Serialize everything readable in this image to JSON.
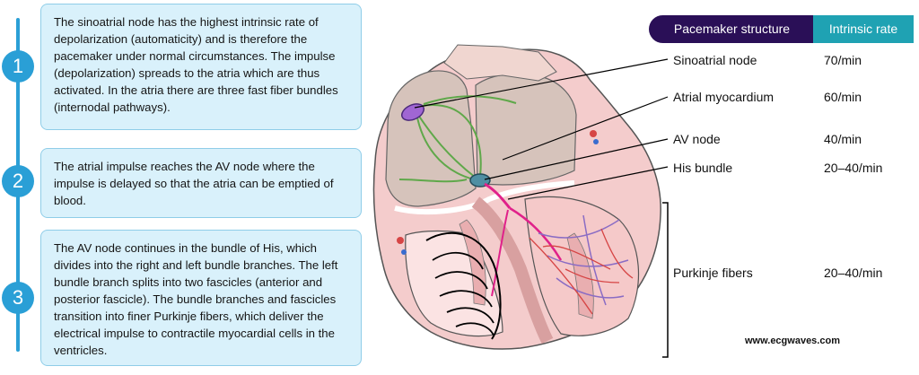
{
  "steps": [
    {
      "number": "1",
      "text": "The sinoatrial node has the highest intrinsic rate of depolarization (automaticity) and is therefore the pacemaker under normal circumstances. The impulse (depolarization) spreads to the atria which are thus activated. In the atria there are three fast fiber bundles (internodal pathways)."
    },
    {
      "number": "2",
      "text": "The atrial impulse reaches the AV node where the impulse is delayed so that the atria can be emptied of blood."
    },
    {
      "number": "3",
      "text": "The AV node continues in the bundle of His, which divides into the right and left bundle branches. The left bundle branch splits into two fascicles (anterior and posterior fascicle). The bundle branches and fascicles transition into finer Purkinje fibers, which deliver the electrical impulse to contractile myocardial cells in the ventricles."
    }
  ],
  "table": {
    "header_structure": "Pacemaker structure",
    "header_rate": "Intrinsic rate",
    "rows": [
      {
        "structure": "Sinoatrial node",
        "rate": "70/min"
      },
      {
        "structure": "Atrial myocardium",
        "rate": "60/min"
      },
      {
        "structure": "AV node",
        "rate": "40/min"
      },
      {
        "structure": "His bundle",
        "rate": "20–40/min"
      },
      {
        "structure": "Purkinje fibers",
        "rate": "20–40/min"
      }
    ]
  },
  "website": "www.ecgwaves.com",
  "colors": {
    "step_blue": "#2a9fd6",
    "box_fill": "#d9f1fb",
    "header_dark": "#2a0f57",
    "header_teal": "#1fa2b3",
    "sa_node": "#a066d3",
    "av_node": "#4f8fa3",
    "conduction_pink": "#e0218a",
    "purkinje_purple": "#8a6cc4",
    "purkinje_red": "#d64545",
    "internodal_green": "#5fa84a"
  },
  "icons": [
    "number-circle-icon"
  ]
}
